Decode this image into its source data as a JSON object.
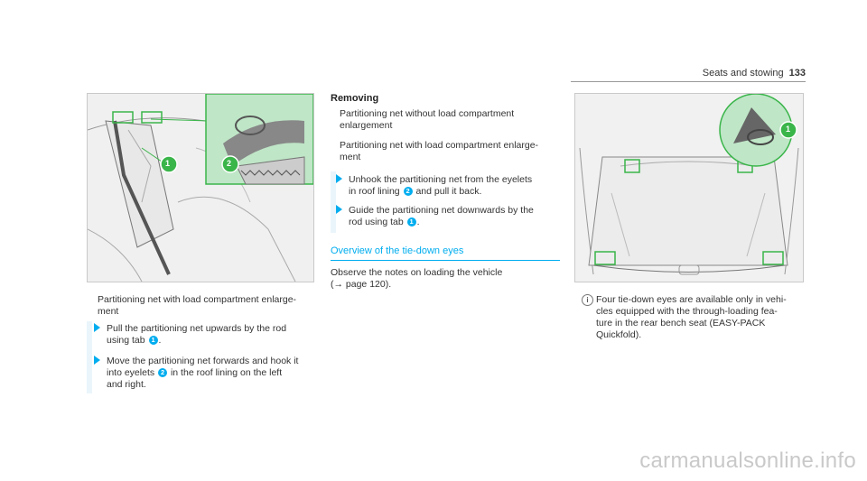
{
  "header": {
    "section": "Seats and stowing",
    "page": "133"
  },
  "left": {
    "figure_labels": [
      "1",
      "2"
    ],
    "caption": "Partitioning net with load compartment enlarge-\nment",
    "steps": [
      {
        "text_a": "Pull the partitioning net upwards by the rod",
        "text_b": "using tab",
        "badge": "1",
        "text_c": "."
      },
      {
        "text_a": "Move the partitioning net forwards and hook it",
        "text_b": "into eyelets",
        "badge": "2",
        "text_c": "in the roof lining on the left",
        "text_d": "and right."
      }
    ]
  },
  "middle": {
    "title": "Removing",
    "lines": [
      "Partitioning net without load compartment",
      "enlargement",
      "Partitioning net with load compartment enlarge-",
      "ment"
    ],
    "steps": [
      {
        "text_a": "Unhook the partitioning net from the eyelets",
        "text_b": "in roof lining",
        "badge": "2",
        "text_c": "and pull it back."
      },
      {
        "text_a": "Guide the partitioning net downwards by the",
        "text_b": "rod using tab",
        "badge": "1",
        "text_c": "."
      }
    ],
    "subtitle": "Overview of the tie-down eyes",
    "observe_a": "Observe the notes on loading the vehicle",
    "observe_b": "(→ page 120)."
  },
  "right": {
    "figure_label": "1",
    "note_icon": "i",
    "note": "Four tie-down eyes are available only in vehi-\ncles equipped with the through-loading fea-\nture in the rear bench seat (EASY-PACK\nQuickfold)."
  },
  "watermark": "carmanualsonline.info",
  "colors": {
    "accent": "#00adef",
    "figure_bg": "#f3f3f3"
  }
}
